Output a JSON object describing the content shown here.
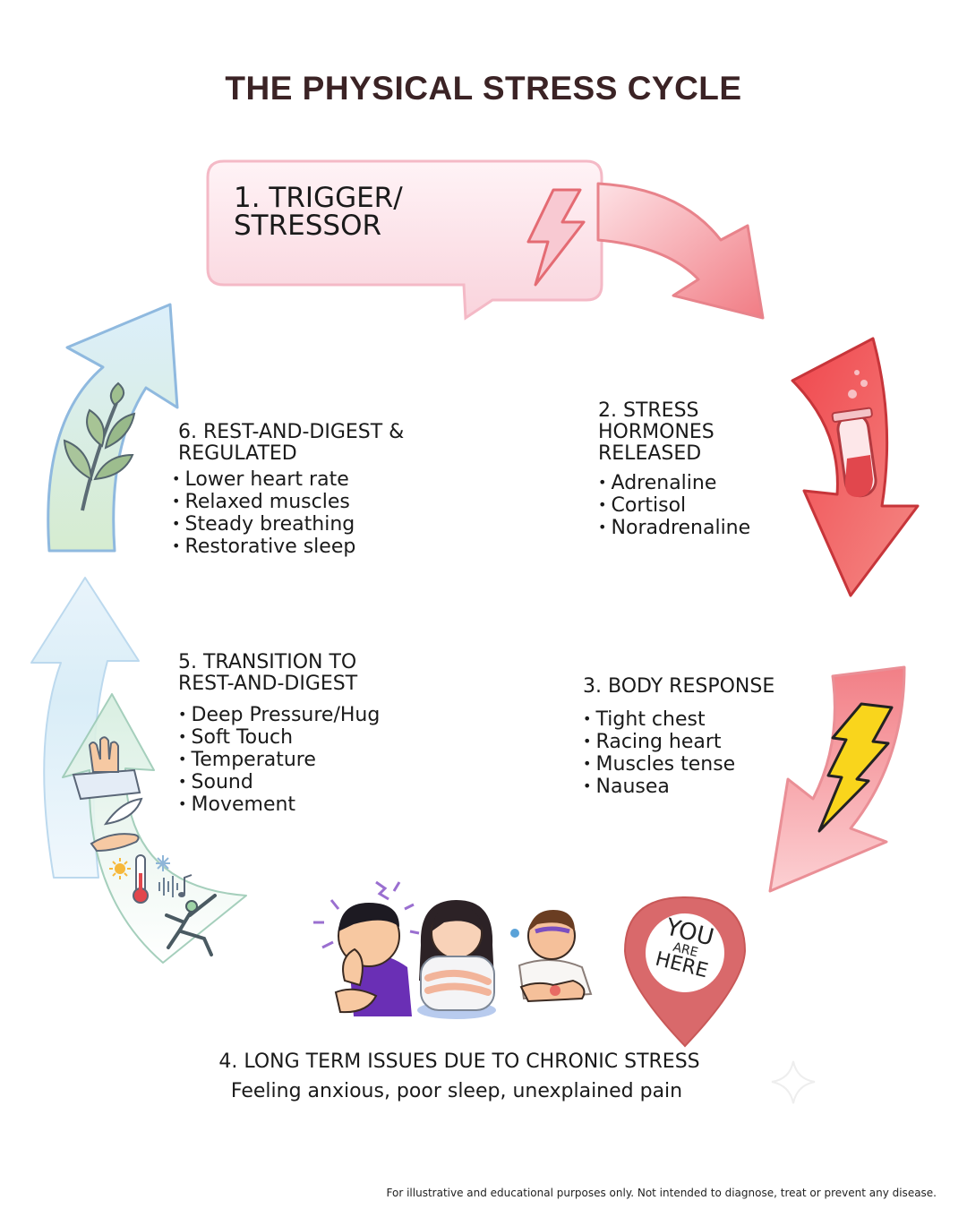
{
  "title": "THE PHYSICAL STRESS CYCLE",
  "steps": {
    "s1": {
      "line1": "1. TRIGGER/",
      "line2": "STRESSOR"
    },
    "s2": {
      "line1": "2. STRESS",
      "line2": "HORMONES",
      "line3": "RELEASED",
      "items": [
        "Adrenaline",
        "Cortisol",
        "Noradrenaline"
      ]
    },
    "s3": {
      "heading": "3. BODY RESPONSE",
      "items": [
        "Tight chest",
        "Racing heart",
        "Muscles tense",
        "Nausea"
      ]
    },
    "s4": {
      "heading": "4. LONG TERM ISSUES DUE TO CHRONIC STRESS",
      "sub": "Feeling anxious, poor sleep, unexplained pain"
    },
    "s5": {
      "line1": "5. TRANSITION TO",
      "line2": "REST-AND-DIGEST",
      "items": [
        "Deep Pressure/Hug",
        "Soft Touch",
        "Temperature",
        "Sound",
        "Movement"
      ]
    },
    "s6": {
      "line1": "6. REST-AND-DIGEST &",
      "line2": "REGULATED",
      "items": [
        "Lower heart rate",
        "Relaxed muscles",
        "Steady breathing",
        "Restorative sleep"
      ]
    }
  },
  "pin": {
    "line1": "YOU",
    "line2": "ARE",
    "line3": "HERE"
  },
  "disclaimer": "For illustrative and educational  purposes only. Not intended to diagnose, treat or prevent any disease.",
  "icons": [
    "lightning-icon",
    "test-tube-icon",
    "lightning-bolt-icon",
    "leaf-branch-icon",
    "hand-pillow-icon",
    "feather-hand-icon",
    "sun-icon",
    "thermometer-icon",
    "snowflake-icon",
    "sound-wave-icon",
    "music-note-icon",
    "dancer-icon",
    "location-pin-icon"
  ],
  "colors": {
    "title": "#3b2325",
    "trigger_box": "#fde4ea",
    "red_arrow": "#e8434a",
    "pink_arrow": "#f39aa2",
    "blue_arrow": "#d7ebf7",
    "green_tint": "#d6ecd0",
    "pin": "#d9696b"
  }
}
